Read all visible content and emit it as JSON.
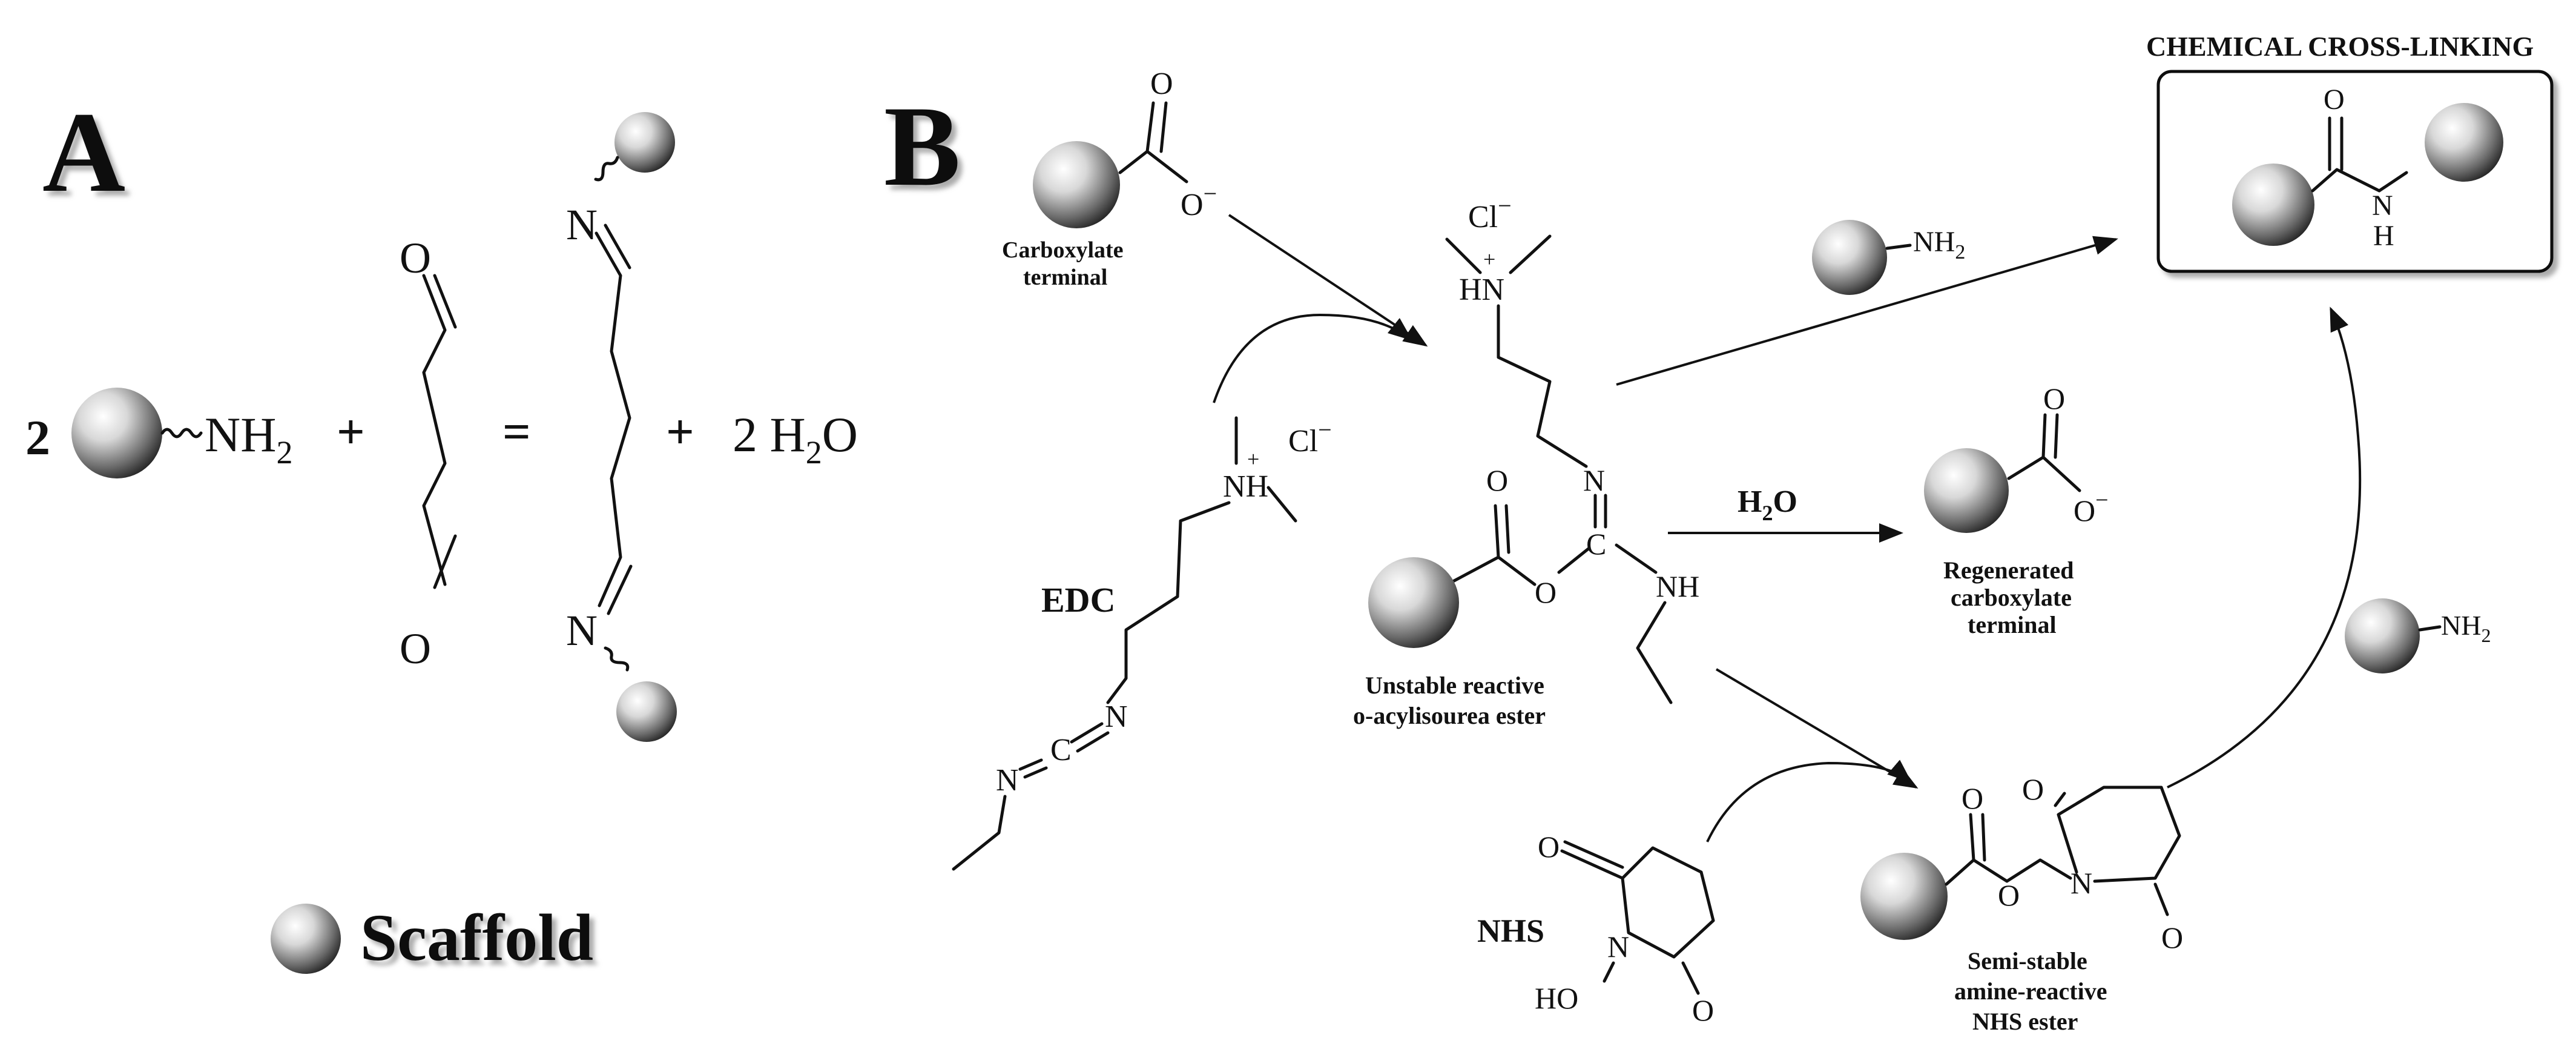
{
  "panel_a": {
    "letter": "A",
    "coef_2": "2",
    "nh2": "NH",
    "nh2_sub": "2",
    "plus_1": "+",
    "equals": "=",
    "o_top": "O",
    "o_bottom": "O",
    "n_top": "N",
    "n_bottom": "N",
    "plus_2": "+",
    "water": "2 H",
    "water_sub": "2",
    "water_o": "O",
    "legend": "Scaffold"
  },
  "panel_b": {
    "letter": "B",
    "title": "CHEMICAL CROSS-LINKING",
    "carboxylate_o": "O",
    "carboxylate_o_minus": "O",
    "carboxylate_charge": "−",
    "carboxylate_label_1": "Carboxylate",
    "carboxylate_label_2": "terminal",
    "edc_label": "EDC",
    "edc_nh": "NH",
    "edc_plus": "+",
    "edc_cl": "Cl",
    "edc_cl_charge": "−",
    "edc_n1": "N",
    "edc_c": "C",
    "edc_n2": "N",
    "inter_cl": "Cl",
    "inter_cl_charge": "−",
    "inter_hn": "HN",
    "inter_plus": "+",
    "inter_n": "N",
    "inter_c": "C",
    "inter_nh": "NH",
    "inter_o_carbonyl": "O",
    "inter_o_ester": "O",
    "inter_label_1": "Unstable reactive",
    "inter_label_2": "o-acylisourea ester",
    "amine_nh2": "NH",
    "amine_nh2_sub": "2",
    "water_h": "H",
    "water_sub": "2",
    "water_o": "O",
    "regen_o": "O",
    "regen_o_minus": "O",
    "regen_charge": "−",
    "regen_label_1": "Regenerated",
    "regen_label_2": "carboxylate",
    "regen_label_3": "terminal",
    "nhs_label": "NHS",
    "nhs_o_top": "O",
    "nhs_o_bottom": "O",
    "nhs_n": "N",
    "nhs_ho": "HO",
    "ester_o_carbonyl": "O",
    "ester_o_link": "O",
    "ester_n": "N",
    "ester_o_ring_top": "O",
    "ester_o_ring_bottom": "O",
    "ester_label_1": "Semi-stable",
    "ester_label_2": "amine-reactive",
    "ester_label_3": "NHS ester",
    "amine2_nh2": "NH",
    "amine2_nh2_sub": "2",
    "product_o": "O",
    "product_n": "N",
    "product_h": "H"
  }
}
